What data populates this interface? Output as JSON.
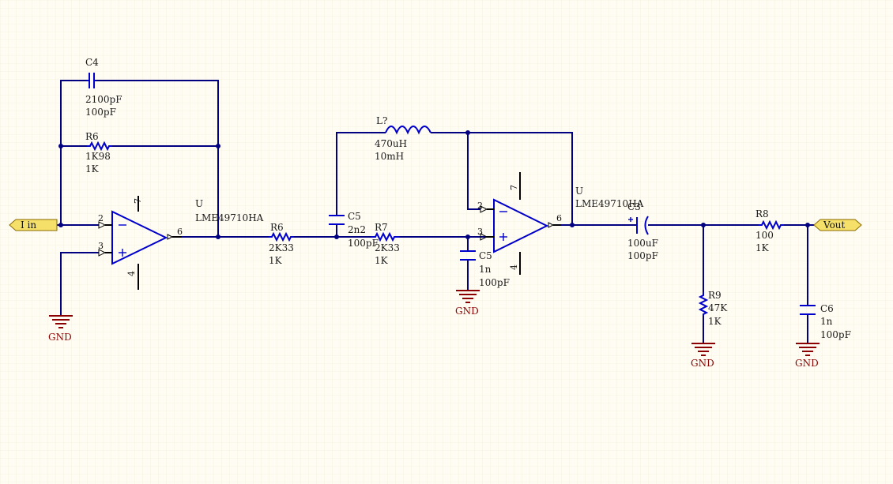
{
  "colors": {
    "background": "#fffdf3",
    "grid": "#ece6d4",
    "wire": "#000080",
    "component": "#0000cc",
    "ground": "#8b0000",
    "port_fill": "#f5e06a"
  },
  "ports": {
    "input": "I in",
    "output": "Vout"
  },
  "components": {
    "c4": {
      "designator": "C4",
      "value": "2100pF",
      "alt": "100pF"
    },
    "r6a": {
      "designator": "R6",
      "value": "1K98",
      "alt": "1K"
    },
    "u1": {
      "designator": "U",
      "part": "LME49710HA",
      "pin_in_neg": "2",
      "pin_in_pos": "3",
      "pin_out": "6",
      "pin_v_pos": "7",
      "pin_v_neg": "4"
    },
    "r6b": {
      "designator": "R6",
      "value": "2K33",
      "alt": "1K"
    },
    "c5a": {
      "designator": "C5",
      "value": "2n2",
      "alt": "100pF"
    },
    "l1": {
      "designator": "L?",
      "value": "470uH",
      "alt": "10mH"
    },
    "r7": {
      "designator": "R7",
      "value": "2K33",
      "alt": "1K"
    },
    "c5b": {
      "designator": "C5",
      "value": "1n",
      "alt": "100pF"
    },
    "u2": {
      "designator": "U",
      "part": "LME49710HA",
      "pin_in_neg": "2",
      "pin_in_pos": "3",
      "pin_out": "6",
      "pin_v_pos": "7",
      "pin_v_neg": "4"
    },
    "c3": {
      "designator": "C3",
      "value": "100uF",
      "alt": "100pF"
    },
    "r8": {
      "designator": "R8",
      "value": "100",
      "alt": "1K"
    },
    "r9": {
      "designator": "R9",
      "value": "47K",
      "alt": "1K"
    },
    "c6": {
      "designator": "C6",
      "value": "1n",
      "alt": "100pF"
    }
  },
  "grounds": {
    "g1": "GND",
    "g2": "GND",
    "g3": "GND",
    "g4": "GND"
  }
}
